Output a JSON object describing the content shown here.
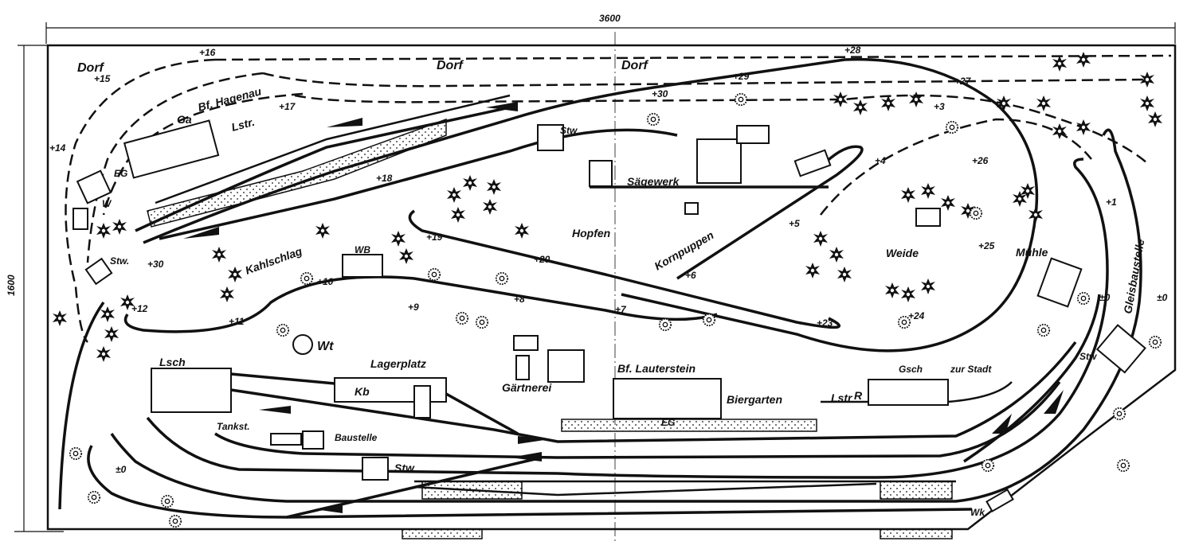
{
  "dimensions": {
    "width": "3600",
    "height": "1600"
  },
  "labels": {
    "dorf_left": "Dorf",
    "dorf_mid1": "Dorf",
    "dorf_mid2": "Dorf",
    "ga": "Ga",
    "bf_hagenau": "Bf. Hagenau",
    "lstr_top": "Lstr.",
    "eg_top": "EG",
    "w": "W",
    "stw_left": "Stw.",
    "stw_top": "Stw",
    "kahlschlag": "Kahlschlag",
    "wb": "WB",
    "hopfen": "Hopfen",
    "saegewerk": "Sägewerk",
    "kornpuppen": "Kornpuppen",
    "weide": "Weide",
    "muehle": "Mühle",
    "gleisbaustelle": "Gleisbaustelle",
    "wt": "Wt",
    "lagerplatz": "Lagerplatz",
    "lsch": "Lsch",
    "kb": "Kb",
    "gaertnerei": "Gärtnerei",
    "tankst": "Tankst.",
    "baustelle": "Baustelle",
    "stw_bottom": "Stw",
    "bf_lauterstein": "Bf. Lauterstein",
    "eg_bottom": "EG",
    "biergarten": "Biergarten",
    "lstr_bottom": "Lstr",
    "r": "R",
    "gsch": "Gsch",
    "zur_stadt": "zur Stadt",
    "stw_right": "Stw",
    "wk": "Wk"
  },
  "heights": {
    "h15": "+15",
    "h16": "+16",
    "h14": "+14",
    "h17": "+17",
    "h18": "+18",
    "h19": "+19",
    "h20": "+20",
    "h28": "+28",
    "h29": "+29",
    "h30a": "+30",
    "h30b": "+30",
    "h27": "+27",
    "h3": "+3",
    "h4": "+4",
    "h26": "+26",
    "h25": "+25",
    "h5": "+5",
    "h6": "+6",
    "h7": "+7",
    "h8": "+8",
    "h9": "+9",
    "h10": "+10",
    "h11": "+11",
    "h12": "+12",
    "h23": "+23",
    "h24": "+24",
    "h1": "+1",
    "z1": "±0",
    "z2": "±0",
    "z3": "±0"
  }
}
